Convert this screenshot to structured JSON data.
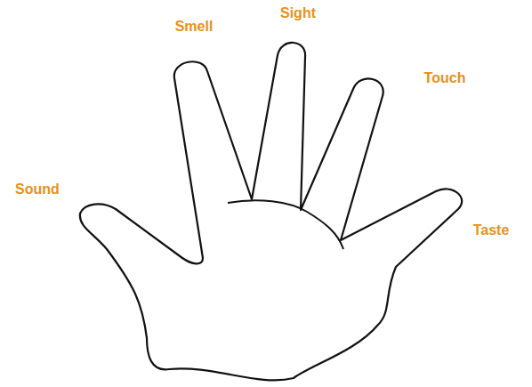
{
  "diagram": {
    "labels": [
      "Sound",
      "Smell",
      "Sight",
      "Touch",
      "Taste"
    ]
  }
}
